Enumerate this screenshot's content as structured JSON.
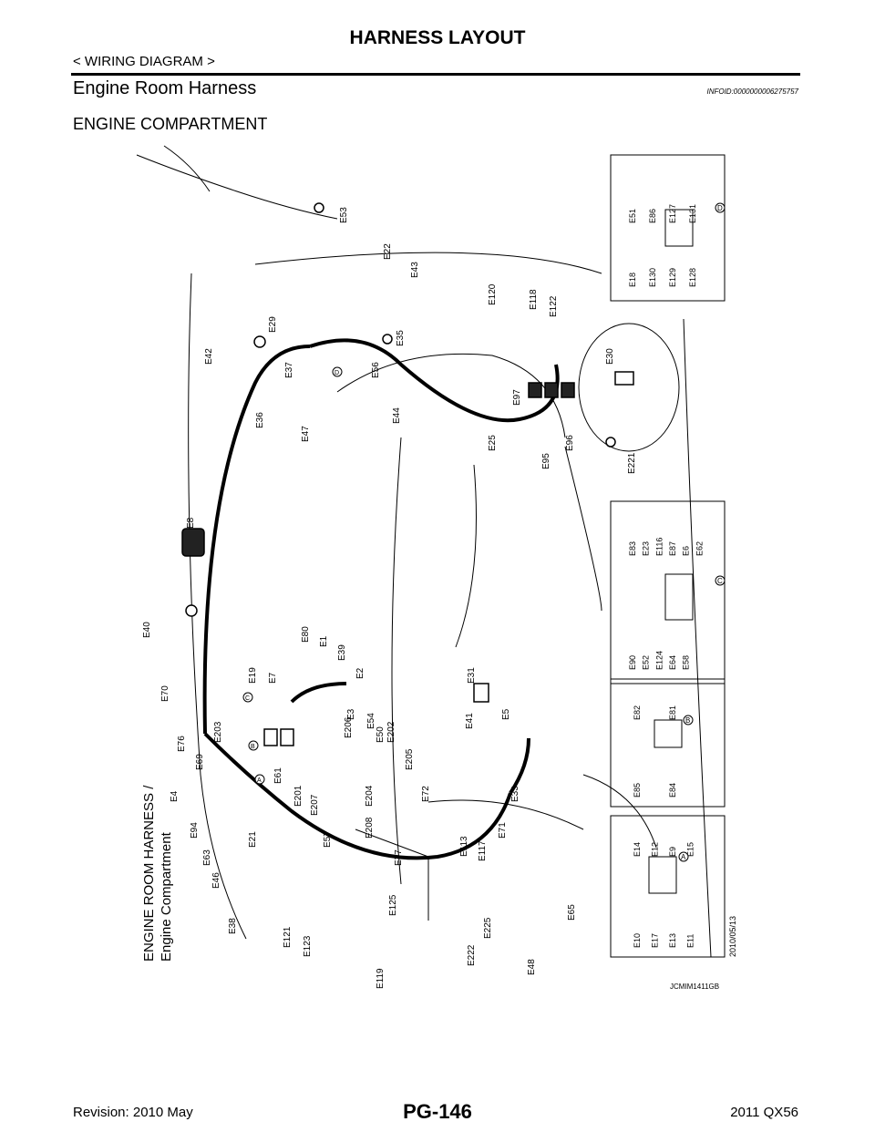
{
  "header": {
    "title": "HARNESS LAYOUT",
    "section": "< WIRING DIAGRAM >",
    "heading": "Engine Room Harness",
    "info_id": "INFOID:0000000006275757",
    "subheading": "ENGINE COMPARTMENT"
  },
  "figure": {
    "harness_title": "ENGINE ROOM HARNESS /",
    "harness_subtitle": "Engine Compartment",
    "date": "2010/05/13",
    "figure_code": "JCMIM1411GB",
    "connectors": [
      "E53",
      "E22",
      "E43",
      "E120",
      "E118",
      "E122",
      "E29",
      "E35",
      "E42",
      "E37",
      "E56",
      "E36",
      "E47",
      "E44",
      "E97",
      "E30",
      "E25",
      "E95",
      "E96",
      "E221",
      "E8",
      "E40",
      "E80",
      "E1",
      "E39",
      "E2",
      "E3",
      "E19",
      "E7",
      "E31",
      "E70",
      "E54",
      "E206",
      "E202",
      "E203",
      "E41",
      "E5",
      "E76",
      "E69",
      "E205",
      "E50",
      "E4",
      "E61",
      "E201",
      "E207",
      "E204",
      "E72",
      "E33",
      "E94",
      "E21",
      "E57",
      "E208",
      "E71",
      "E63",
      "E77",
      "E113",
      "E117",
      "E46",
      "E125",
      "E65",
      "E38",
      "E225",
      "E121",
      "E123",
      "E222",
      "E48",
      "E119"
    ],
    "callouts": [
      {
        "letter": "D",
        "connectors": [
          "E51",
          "E86",
          "E127",
          "E131",
          "E18",
          "E130",
          "E129",
          "E128"
        ]
      },
      {
        "letter": "C",
        "connectors": [
          "E83",
          "E23",
          "E116",
          "E87",
          "E6",
          "E62",
          "E90",
          "E52",
          "E124",
          "E64",
          "E58"
        ]
      },
      {
        "letter": "B",
        "connectors": [
          "E82",
          "E81",
          "E85",
          "E84"
        ]
      },
      {
        "letter": "A",
        "connectors": [
          "E14",
          "E12",
          "E9",
          "E15",
          "E10",
          "E17",
          "E13",
          "E11"
        ]
      }
    ],
    "location_markers": [
      "D",
      "C",
      "B",
      "A"
    ]
  },
  "footer": {
    "page_number": "PG-146",
    "revision": "Revision: 2010 May",
    "model": "2011 QX56"
  }
}
